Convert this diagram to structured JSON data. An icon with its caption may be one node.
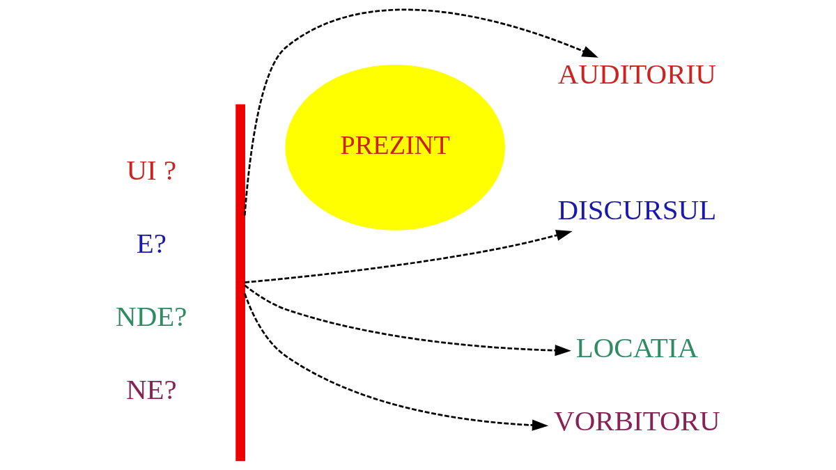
{
  "diagram": {
    "nodes": [
      {
        "text": [],
        "shape": "bar"
      },
      {
        "text": [
          "PREZINT"
        ]
      },
      {
        "text": [
          "AUDITORIU"
        ]
      },
      {
        "text": [
          "DISCURSUL"
        ]
      },
      {
        "text": [
          "LOCATIA"
        ]
      },
      {
        "text": [
          "VORBITORU"
        ]
      }
    ],
    "edges": [
      {
        "from": 0,
        "to": 2,
        "arrow": "to",
        "style": "dashed"
      },
      {
        "from": 0,
        "to": 3,
        "arrow": "to",
        "style": "dashed"
      },
      {
        "from": 0,
        "to": 4,
        "arrow": "to",
        "style": "dashed"
      },
      {
        "from": 0,
        "to": 5,
        "arrow": "to",
        "style": "dashed"
      }
    ],
    "labels": [
      "UI ?",
      "E?",
      "NDE?",
      "NE?"
    ]
  }
}
